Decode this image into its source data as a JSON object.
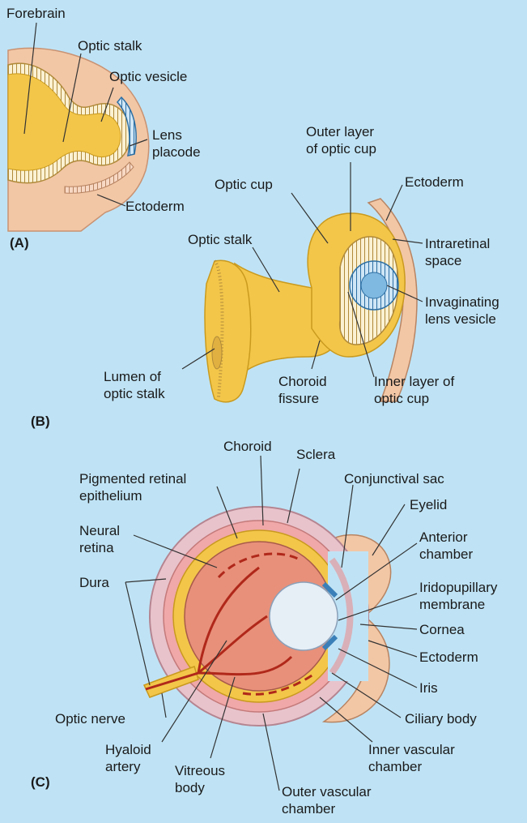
{
  "colors": {
    "background": "#bfe3f5",
    "neural_yellow": "#f3c64a",
    "neural_yellow_dark": "#c99a1e",
    "lens_blue": "#5aa3d6",
    "skin_pink": "#f2c7a6",
    "vitreous_red": "#e8907a",
    "vessel_red": "#b0281a",
    "choroid_pink": "#f0a8a8",
    "sclera_pink": "#e8c3cc",
    "lens_white": "#e6eef6"
  },
  "panels": {
    "a": "(A)",
    "b": "(B)",
    "c": "(C)"
  },
  "labels": {
    "a": {
      "forebrain": "Forebrain",
      "optic_stalk": "Optic stalk",
      "optic_vesicle": "Optic vesicle",
      "lens_placode": [
        "Lens",
        "placode"
      ],
      "ectoderm": "Ectoderm"
    },
    "b": {
      "outer_layer": [
        "Outer layer",
        "of optic cup"
      ],
      "ectoderm": "Ectoderm",
      "optic_cup": "Optic cup",
      "optic_stalk": "Optic stalk",
      "intraretinal": [
        "Intraretinal",
        "space"
      ],
      "invaginating": [
        "Invaginating",
        "lens vesicle"
      ],
      "lumen": [
        "Lumen of",
        "optic stalk"
      ],
      "choroid_fissure": [
        "Choroid",
        "fissure"
      ],
      "inner_layer": [
        "Inner layer of",
        "optic cup"
      ]
    },
    "c": {
      "choroid": "Choroid",
      "sclera": "Sclera",
      "pigmented": [
        "Pigmented retinal",
        "epithelium"
      ],
      "conjunctival": "Conjunctival sac",
      "eyelid": "Eyelid",
      "neural_retina": [
        "Neural",
        "retina"
      ],
      "anterior_chamber": [
        "Anterior",
        "chamber"
      ],
      "dura": "Dura",
      "iridopupillary": [
        "Iridopupillary",
        "membrane"
      ],
      "cornea": "Cornea",
      "ectoderm": "Ectoderm",
      "iris": "Iris",
      "optic_nerve": "Optic nerve",
      "ciliary_body": "Ciliary body",
      "hyaloid": [
        "Hyaloid",
        "artery"
      ],
      "vitreous": [
        "Vitreous",
        "body"
      ],
      "inner_vascular": [
        "Inner vascular",
        "chamber"
      ],
      "outer_vascular": [
        "Outer vascular",
        "chamber"
      ]
    }
  }
}
